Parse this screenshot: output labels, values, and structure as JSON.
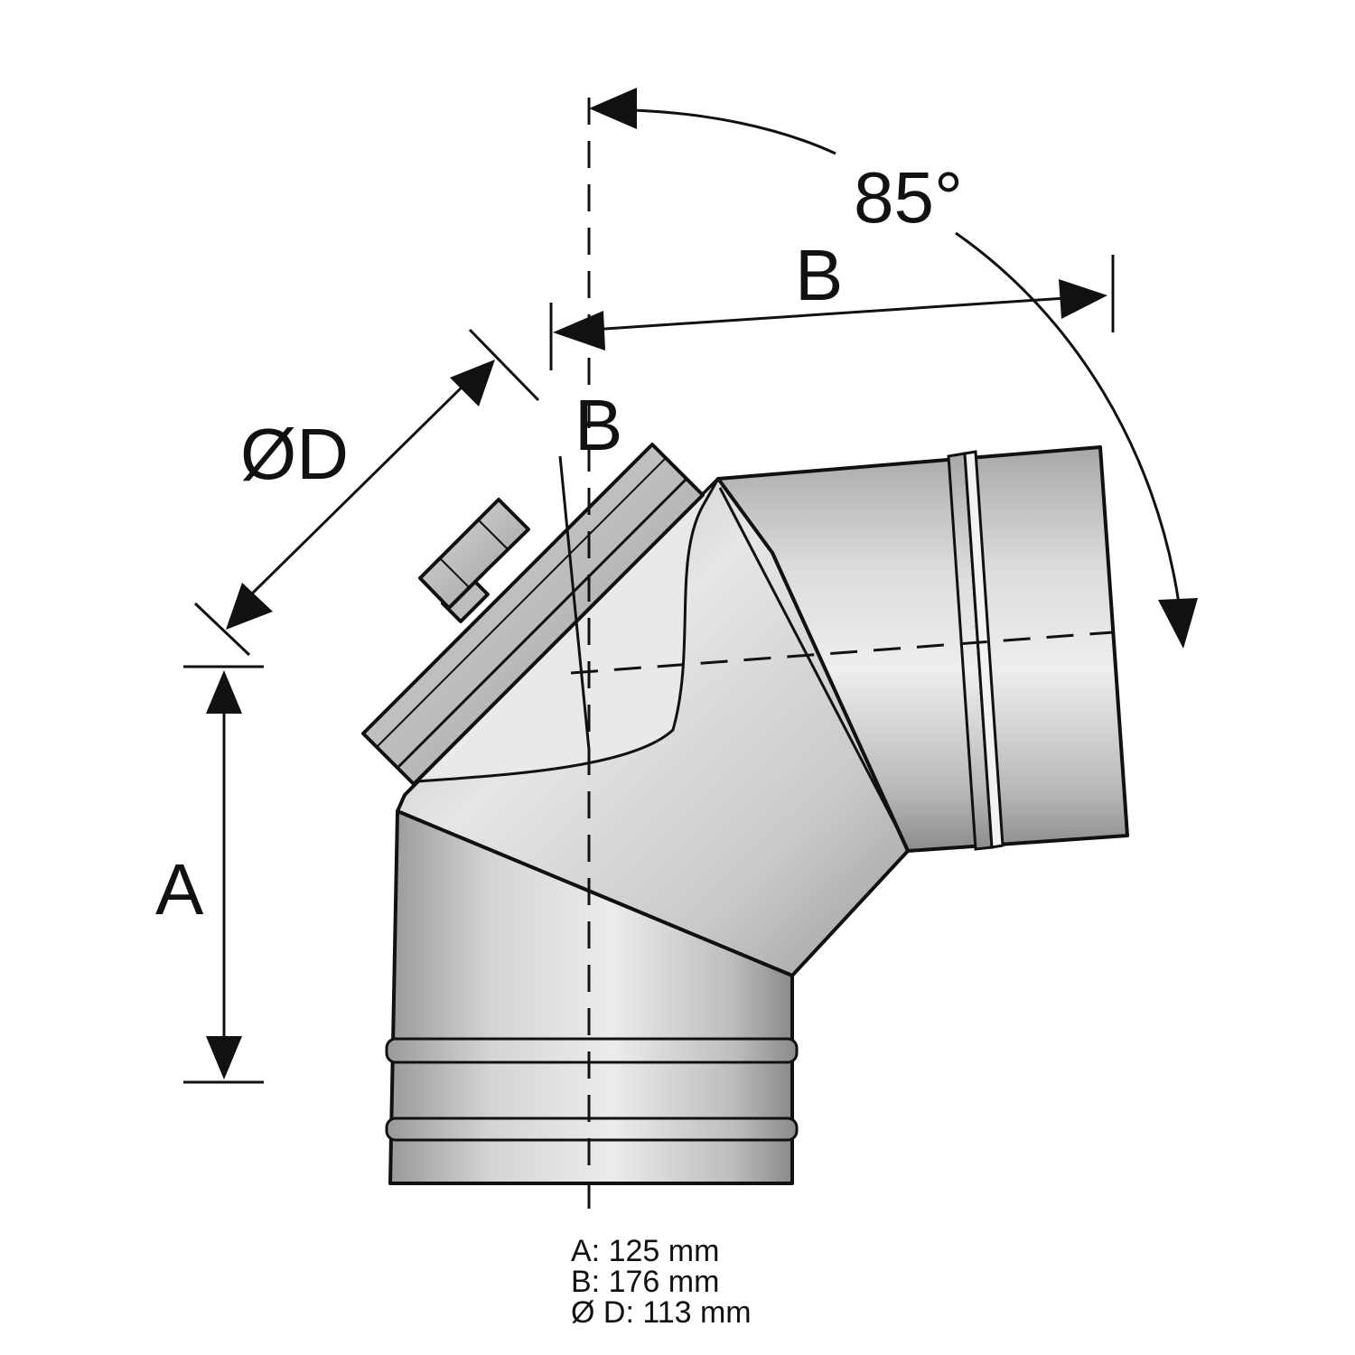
{
  "labels": {
    "angle": "85°",
    "b_horizontal": "B",
    "b_vertical": "B",
    "diameter": "ØD",
    "a": "A"
  },
  "specs": {
    "a": "A: 125 mm",
    "b": "B: 176 mm",
    "d": "Ø D: 113 mm"
  },
  "colors": {
    "metal_light": "#e4e4e4",
    "metal_mid": "#c6c6c6",
    "metal_dark": "#8f8f8f",
    "outline": "#111111"
  }
}
